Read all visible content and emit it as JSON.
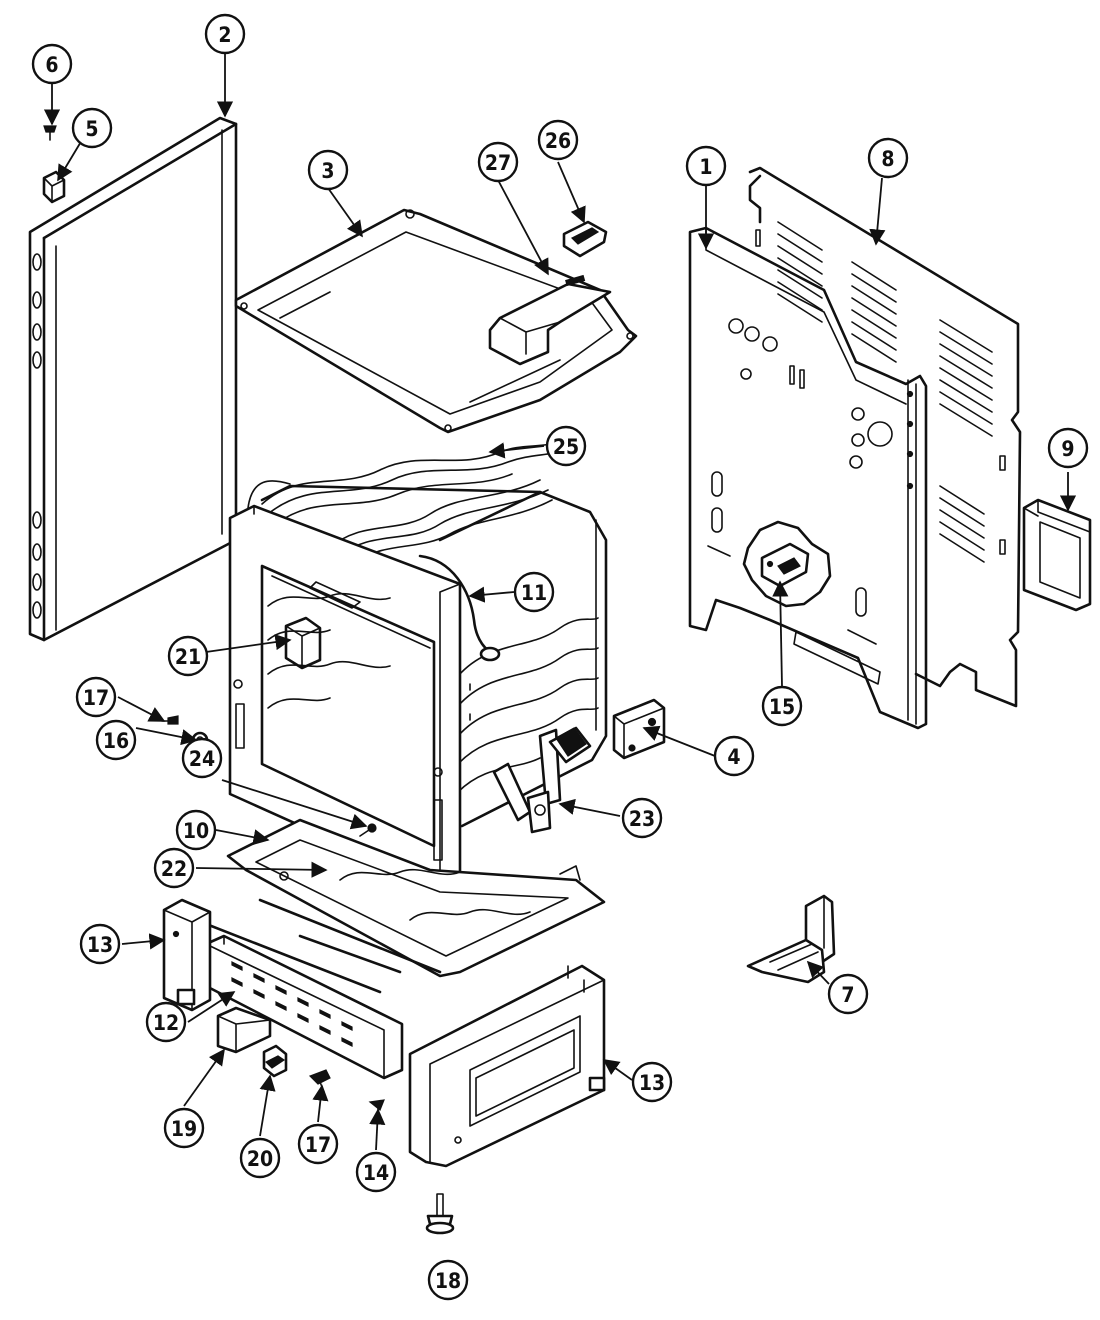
{
  "diagram": {
    "callouts": [
      {
        "label": "1"
      },
      {
        "label": "2"
      },
      {
        "label": "3"
      },
      {
        "label": "4"
      },
      {
        "label": "5"
      },
      {
        "label": "6"
      },
      {
        "label": "7"
      },
      {
        "label": "8"
      },
      {
        "label": "9"
      },
      {
        "label": "10"
      },
      {
        "label": "11"
      },
      {
        "label": "12"
      },
      {
        "label": "13"
      },
      {
        "label": "13"
      },
      {
        "label": "14"
      },
      {
        "label": "15"
      },
      {
        "label": "16"
      },
      {
        "label": "17"
      },
      {
        "label": "17"
      },
      {
        "label": "18"
      },
      {
        "label": "19"
      },
      {
        "label": "20"
      },
      {
        "label": "21"
      },
      {
        "label": "22"
      },
      {
        "label": "23"
      },
      {
        "label": "24"
      },
      {
        "label": "25"
      },
      {
        "label": "26"
      },
      {
        "label": "27"
      }
    ]
  }
}
